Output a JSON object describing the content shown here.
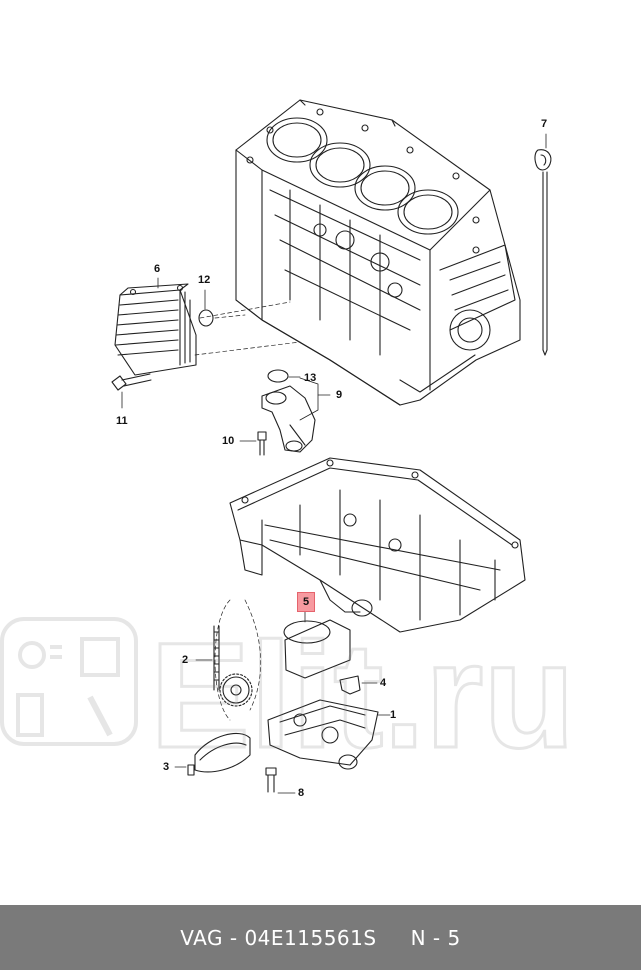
{
  "callouts": {
    "c1": "1",
    "c2": "2",
    "c3": "3",
    "c4": "4",
    "c5": "5",
    "c6": "6",
    "c7": "7",
    "c8": "8",
    "c9": "9",
    "c10": "10",
    "c11": "11",
    "c12": "12",
    "c13": "13"
  },
  "highlighted_part": "5",
  "watermark": {
    "text": "Elit.ru"
  },
  "footer": {
    "part_number": "VAG - 04E115561S",
    "position": "N - 5"
  },
  "colors": {
    "highlight": "#f79aa0",
    "footer_bg": "#7a7a7a",
    "line": "#222222"
  }
}
